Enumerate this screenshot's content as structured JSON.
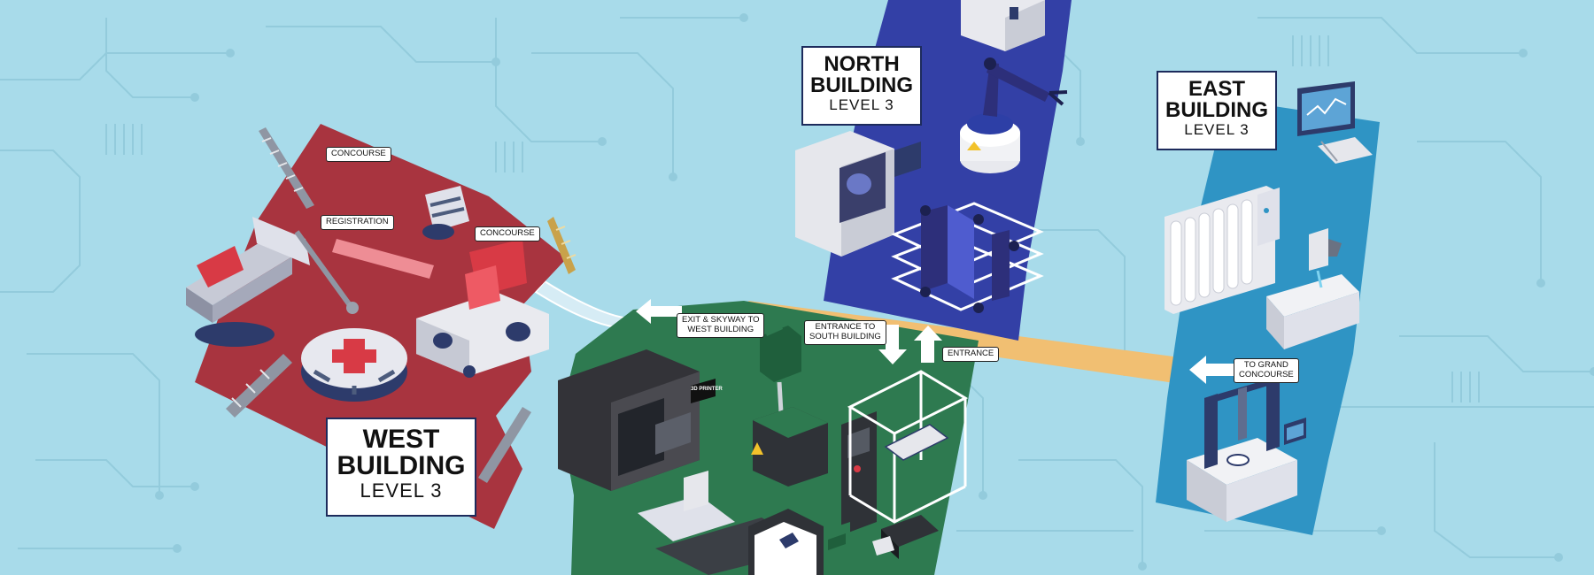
{
  "buildings": {
    "west": {
      "name_line1": "WEST",
      "name_line2": "BUILDING",
      "level": "LEVEL 3",
      "color": "#a8343f"
    },
    "north": {
      "name_line1": "NORTH",
      "name_line2": "BUILDING",
      "level": "LEVEL 3",
      "color": "#3340a6"
    },
    "east": {
      "name_line1": "EAST",
      "name_line2": "BUILDING",
      "level": "LEVEL 3",
      "color": "#2f94c4"
    },
    "south": {
      "color": "#2e7a50"
    }
  },
  "tags": {
    "concourse_1": "CONCOURSE",
    "registration": "REGISTRATION",
    "concourse_2": "CONCOURSE",
    "exit_skyway": "EXIT & SKYWAY TO\nWEST BUILDING",
    "entrance_south": "ENTRANCE TO\nSOUTH BUILDING",
    "entrance": "ENTRANCE",
    "grand_concourse": "TO GRAND\nCONCOURSE"
  },
  "machine_labels": {
    "printer_sign": "3D PRINTER"
  },
  "colors": {
    "background": "#a8dbea",
    "circuit": "#93cbdc",
    "walkway": "#f1bf72",
    "skyway": "#d6ecf5",
    "arrow": "#ffffff"
  },
  "icons": [
    "drill-bit-icon",
    "bench-vise-icon",
    "chuck-icon",
    "lathe-chuck-icon",
    "milling-fixture-icon",
    "cnc-enclosure-icon",
    "robot-arm-icon",
    "electrical-cabinet-icon",
    "rfid-antenna-icon",
    "monitor-icon",
    "water-filter-icon",
    "laser-cutter-icon",
    "cmm-machine-icon",
    "injection-molder-icon",
    "drill-press-icon",
    "3d-printer-icon"
  ]
}
